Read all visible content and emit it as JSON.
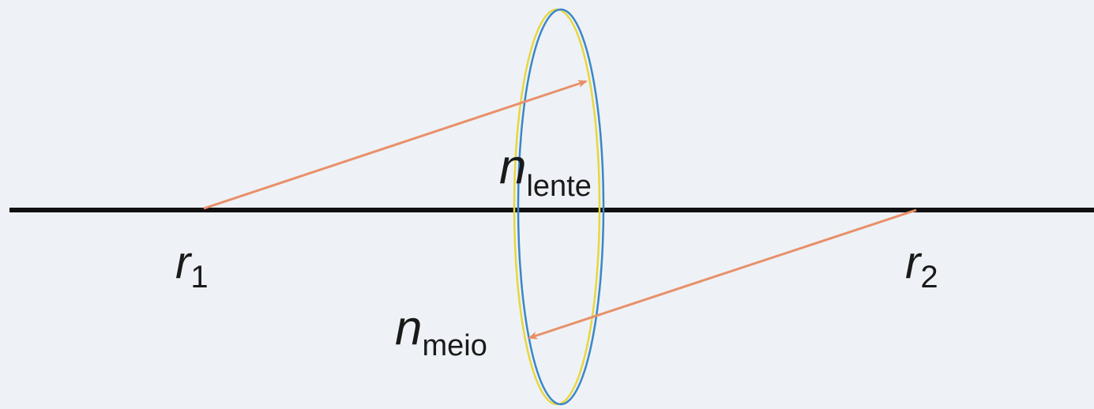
{
  "labels": {
    "r1": {
      "symbol": "r",
      "subscript": "1"
    },
    "r2": {
      "symbol": "r",
      "subscript": "2"
    },
    "n_lente": {
      "symbol": "n",
      "subscript": "lente"
    },
    "n_meio": {
      "symbol": "n",
      "subscript": "meio"
    }
  },
  "colors": {
    "background": "#eef2f6",
    "axis": "#111111",
    "ray": "#e8906a",
    "lens_blue": "#3a86c8",
    "lens_yellow": "#e8d640",
    "text": "#1a1a1a"
  }
}
